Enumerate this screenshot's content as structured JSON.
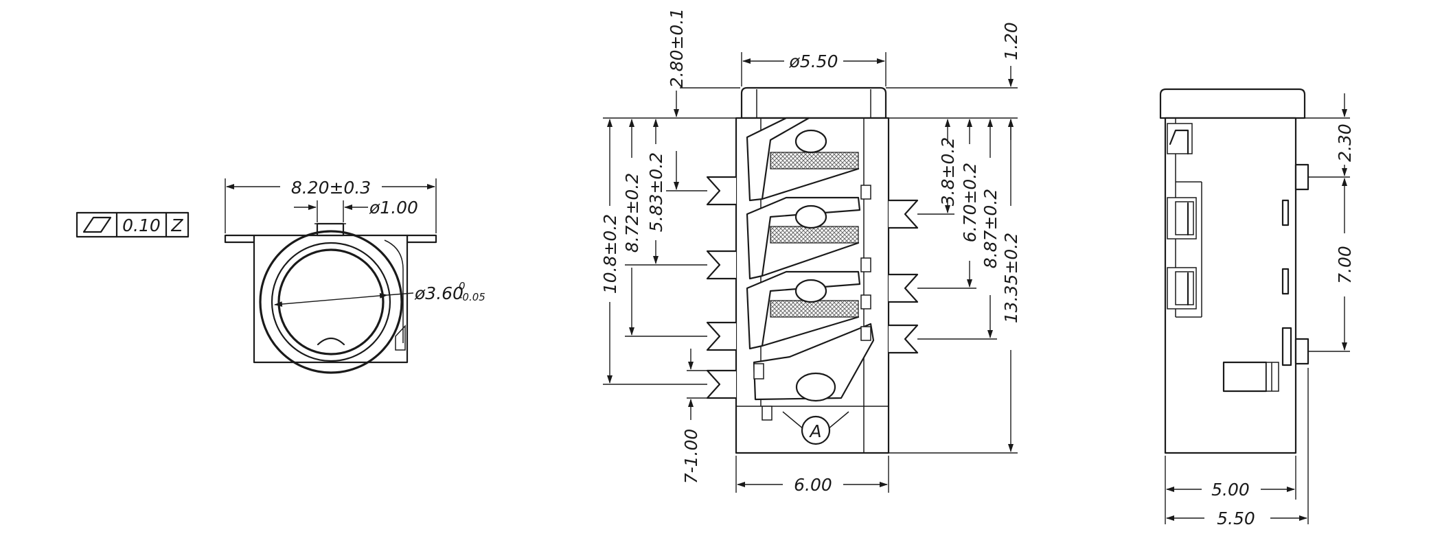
{
  "front_view": {
    "width_dim": "8.20±0.3",
    "tab_dim": "ø1.00",
    "bore_dim": "ø3.60",
    "bore_tol_upper": "0",
    "bore_tol_lower": "-0.05",
    "flatness_frame": {
      "tolerance": "0.10",
      "datum": "Z"
    }
  },
  "top_view": {
    "diameter_dim": "ø5.50",
    "cap_height_dim": "1.20",
    "offset_dim": "2.80±0.1",
    "left_dims": [
      "10.8±0.2",
      "8.72±0.2",
      "5.83±0.2"
    ],
    "right_dims": [
      "3.8±0.2",
      "6.70±0.2",
      "8.87±0.2",
      "13.35±0.2"
    ],
    "pin_pitch_dim": "7-1.00",
    "width_dim": "6.00",
    "marker_label": "A"
  },
  "side_view": {
    "top_dim": "2.30",
    "pin_span_dim": "7.00",
    "body_dim": "5.00",
    "overall_dim": "5.50"
  },
  "colors": {
    "line": "#1a1a1a",
    "background": "#ffffff"
  }
}
